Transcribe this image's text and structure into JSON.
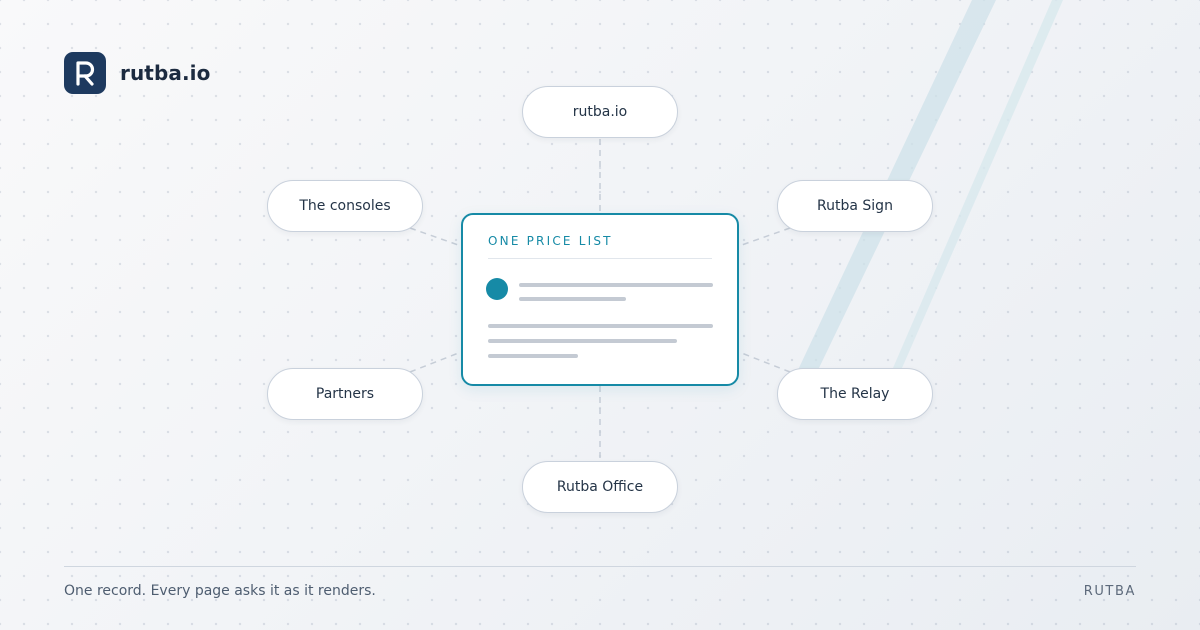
{
  "brand": {
    "logo_letter": "R",
    "name": "rutba.io"
  },
  "nodes": {
    "top": "rutba.io",
    "top_left": "The consoles",
    "top_right": "Rutba Sign",
    "bottom_left": "Partners",
    "bottom_right": "The Relay",
    "bottom": "Rutba Office"
  },
  "center_card": {
    "title": "ONE PRICE LIST"
  },
  "footer": {
    "tagline": "One record. Every page asks it as it renders.",
    "brand": "RUTBA"
  },
  "colors": {
    "accent": "#168aa6",
    "brand_dark": "#1e3a5f",
    "text_dark": "#1c2b40",
    "node_border": "#c9d1dc",
    "placeholder_bar": "#c4cad3"
  },
  "icons": {
    "logo": "letter-r-logo-icon"
  }
}
